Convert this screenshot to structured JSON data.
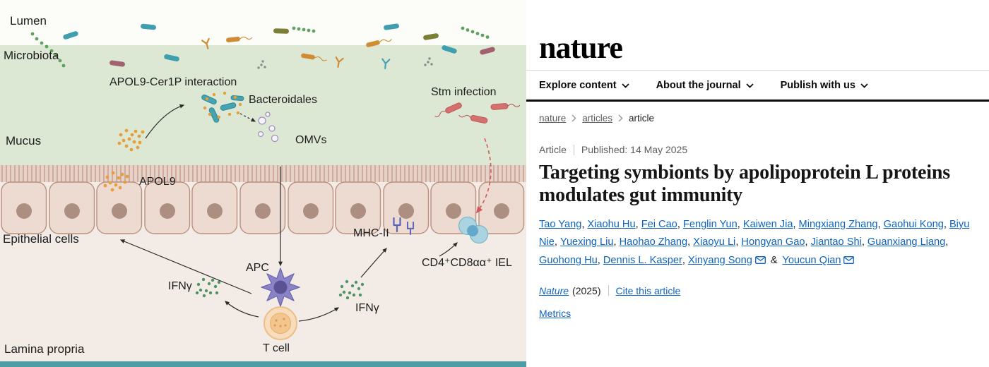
{
  "colors": {
    "link_blue": "#0e63be",
    "rule_black": "#0a0a0a",
    "mucus_green": "#dde8d4",
    "epithelium_pink": "#eddbd2",
    "lamina_pink": "#f3ece6",
    "accent_teal": "#4d9da4",
    "stm_red": "#d4716f",
    "apol9_orange": "#e59f3b",
    "ifng_green": "#4f9464",
    "apc_purple": "#8a83c8",
    "tcell_orange": "#f3c68f"
  },
  "figure": {
    "labels": {
      "lumen": "Lumen",
      "microbiota": "Microbiota",
      "apol9_cer1p": "APOL9-Cer1P interaction",
      "bacteroidales": "Bacteroidales",
      "omvs": "OMVs",
      "stm_infection": "Stm infection",
      "mucus": "Mucus",
      "apol9": "APOL9",
      "epithelial_cells": "Epithelial cells",
      "mhc2": "MHC-II",
      "iel": "CD4⁺CD8αα⁺ IEL",
      "ifng_left": "IFNγ",
      "apc": "APC",
      "ifng_right": "IFNγ",
      "t_cell": "T cell",
      "lamina_propria": "Lamina propria"
    }
  },
  "header": {
    "logo": "nature",
    "nav": [
      {
        "label": "Explore content"
      },
      {
        "label": "About the journal"
      },
      {
        "label": "Publish with us"
      }
    ]
  },
  "breadcrumb": {
    "items": [
      "nature",
      "articles",
      "article"
    ]
  },
  "article": {
    "type_label": "Article",
    "published": "Published: 14 May 2025",
    "title": "Targeting symbionts by apolipoprotein L proteins modulates gut immunity",
    "authors": [
      "Tao Yang",
      "Xiaohu Hu",
      "Fei Cao",
      "Fenglin Yun",
      "Kaiwen Jia",
      "Mingxiang Zhang",
      "Gaohui Kong",
      "Biyu Nie",
      "Yuexing Liu",
      "Haohao Zhang",
      "Xiaoyu Li",
      "Hongyan Gao",
      "Jiantao Shi",
      "Guanxiang Liang",
      "Guohong Hu",
      "Dennis L. Kasper",
      "Xinyang Song",
      "Youcun Qian"
    ],
    "author_join": "&",
    "journal": "Nature",
    "year": "(2025)",
    "cite_link": "Cite this article",
    "metrics_link": "Metrics"
  }
}
